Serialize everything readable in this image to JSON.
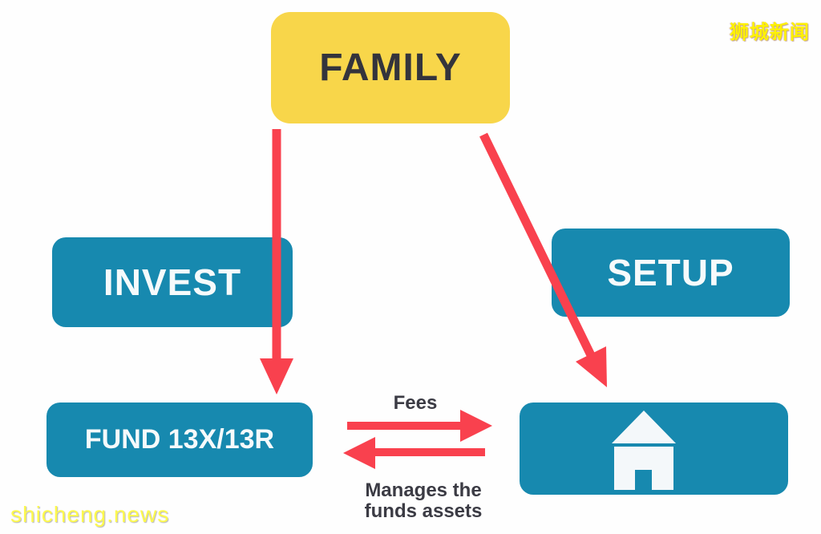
{
  "nodes": {
    "family": {
      "label": "FAMILY"
    },
    "invest": {
      "label": "INVEST"
    },
    "setup": {
      "label": "SETUP"
    },
    "fund": {
      "label": "FUND 13X/13R"
    },
    "manager": {
      "icon": "house-icon"
    }
  },
  "edges": {
    "family_to_fund": {
      "from": "FAMILY",
      "to": "FUND 13X/13R"
    },
    "family_to_manager": {
      "from": "FAMILY",
      "to": "fund-manager-house"
    },
    "fees": {
      "label": "Fees"
    },
    "manages": {
      "line1": "Manages the",
      "line2": "funds assets"
    }
  },
  "watermarks": {
    "chinese": "狮城新闻",
    "site": "shicheng.news"
  },
  "colors": {
    "box_yellow": "#f8d64a",
    "box_blue": "#1789af",
    "arrow_red": "#f9414e",
    "text_dark": "#34343c",
    "text_light": "#f6fafb",
    "watermark_yellow": "#fff200",
    "site_yellow": "#fdf94e"
  }
}
